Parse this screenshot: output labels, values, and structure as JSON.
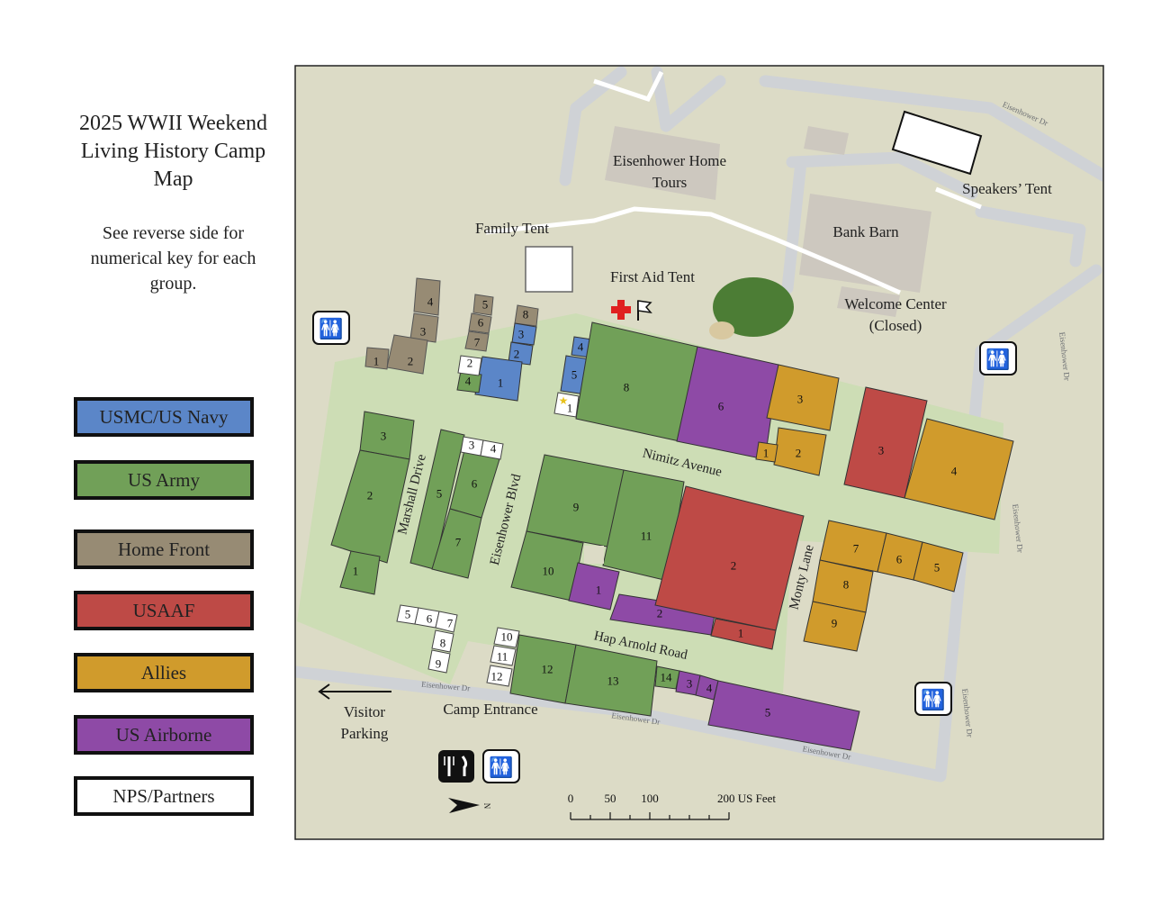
{
  "title_lines": [
    "2025 WWII Weekend",
    "Living History Camp",
    "Map"
  ],
  "subtitle_lines": [
    "See reverse side for",
    "numerical key for each",
    "group."
  ],
  "legend": [
    {
      "label": "USMC/US Navy",
      "color": "#5b86c8"
    },
    {
      "label": "US Army",
      "color": "#71a058"
    },
    {
      "label": "Home Front",
      "color": "#978b74"
    },
    {
      "label": "USAAF",
      "color": "#be4a46"
    },
    {
      "label": "Allies",
      "color": "#d09b2c"
    },
    {
      "label": "US Airborne",
      "color": "#8e4aa6"
    },
    {
      "label": "NPS/Partners",
      "color": "#ffffff"
    }
  ],
  "map_labels": {
    "eisenhower_home_tours": [
      "Eisenhower Home",
      "Tours"
    ],
    "speakers_tent": "Speakers’ Tent",
    "bank_barn": "Bank Barn",
    "family_tent": "Family Tent",
    "first_aid_tent": "First Aid Tent",
    "welcome_center": [
      "Welcome Center",
      "(Closed)"
    ],
    "nimitz_avenue": "Nimitz Avenue",
    "marshall_drive": "Marshall Drive",
    "eisenhower_blvd": "Eisenhower Blvd",
    "monty_lane": "Monty Lane",
    "hap_arnold_road": "Hap Arnold Road",
    "camp_entrance": "Camp Entrance",
    "visitor_parking": [
      "Visitor",
      "Parking"
    ],
    "road_name": "Eisenhower Dr"
  },
  "scale_bar": {
    "ticks": [
      "0",
      "50",
      "100"
    ],
    "end_label": "200 US Feet"
  },
  "north_label": "N",
  "icons": [
    "restroom-icon",
    "first-aid-cross-icon",
    "flag-icon",
    "food-icon",
    "star-icon",
    "arrow-left-icon",
    "north-arrow-icon"
  ]
}
